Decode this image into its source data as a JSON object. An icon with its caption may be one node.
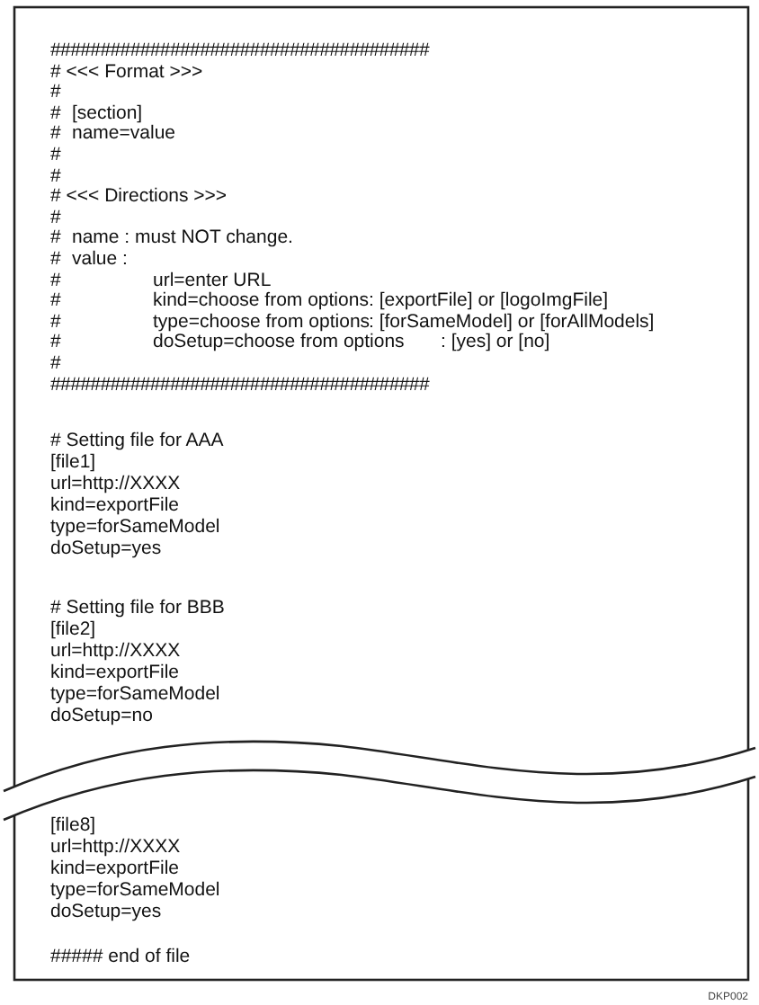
{
  "diagram": {
    "labels": [
      "######################################",
      "# <<< Format >>>",
      "#",
      "#",
      "[section]",
      "#",
      "name=value",
      "#",
      "#",
      "# <<< Directions >>>",
      "#",
      "#",
      "name : must NOT change.",
      "#",
      "value :",
      "#",
      "url=enter URL",
      "#",
      "kind=choose from options",
      ": [exportFile] or [logoImgFile]",
      "#",
      "type=choose from options",
      ": [forSameModel] or [forAllModels]",
      "#",
      "doSetup=choose from options",
      ": [yes] or [no]",
      "#",
      "######################################",
      "# Setting file for AAA",
      "[file1]",
      "url=http://XXXX",
      "kind=exportFile",
      "type=forSameModel",
      "doSetup=yes",
      "# Setting file for BBB",
      "[file2]",
      "url=http://XXXX",
      "kind=exportFile",
      "type=forSameModel",
      "doSetup=no",
      "[file8]",
      "url=http://XXXX",
      "kind=exportFile",
      "type=forSameModel",
      "doSetup=yes",
      "##### end of file",
      "DKP002"
    ]
  }
}
